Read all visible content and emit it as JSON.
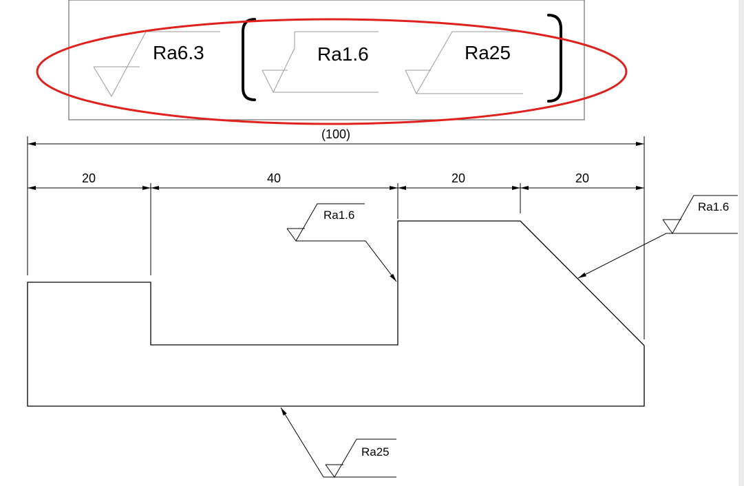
{
  "legend": {
    "general_finish": "Ra6.3",
    "other_finish_1": "Ra1.6",
    "other_finish_2": "Ra25",
    "highlight_color": "#e0201c"
  },
  "dimensions": {
    "overall": "(100)",
    "seg1": "20",
    "seg2": "40",
    "seg3": "20",
    "seg4": "20"
  },
  "callouts": {
    "step_face": "Ra1.6",
    "chamfer": "Ra1.6",
    "bottom": "Ra25"
  }
}
